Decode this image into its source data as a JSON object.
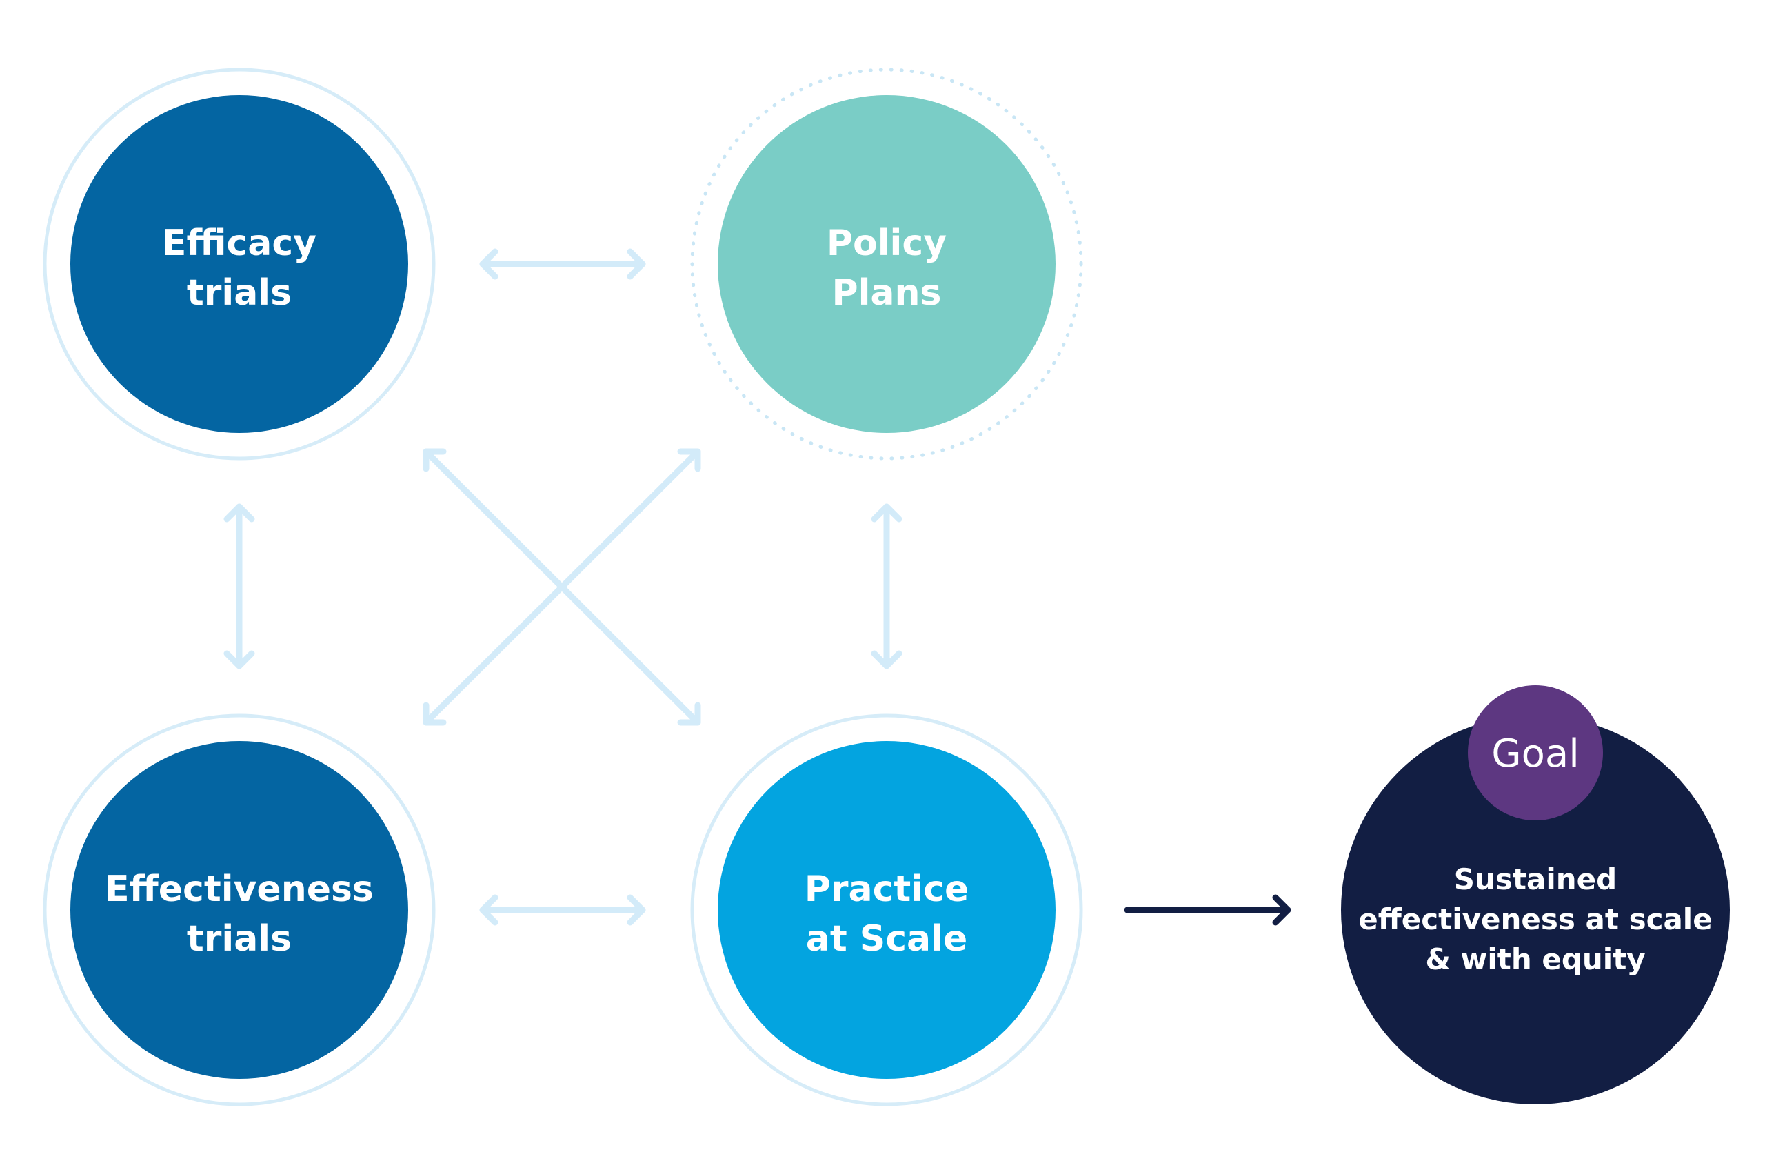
{
  "colors": {
    "background": "#ffffff",
    "halo": "#d6ecf8",
    "connector": "#d3ebf9",
    "efficacy": "#0465a2",
    "effectiveness": "#0465a2",
    "policy": "#7acdc6",
    "practice": "#03a4e0",
    "goal": "#121e43",
    "badge": "#5d3781",
    "arrow_to_goal": "#121e43"
  },
  "nodes": {
    "efficacy": {
      "line1": "Efficacy",
      "line2": "trials"
    },
    "policy": {
      "line1": "Policy",
      "line2": "Plans"
    },
    "effectiveness": {
      "line1": "Effectiveness",
      "line2": "trials"
    },
    "practice": {
      "line1": "Practice",
      "line2": "at Scale"
    },
    "goal": {
      "badge": "Goal",
      "line1": "Sustained",
      "line2": "effectiveness at scale",
      "line3": "& with equity"
    }
  },
  "edges": [
    {
      "from": "efficacy",
      "to": "policy",
      "type": "bidirectional"
    },
    {
      "from": "efficacy",
      "to": "effectiveness",
      "type": "bidirectional"
    },
    {
      "from": "policy",
      "to": "practice",
      "type": "bidirectional"
    },
    {
      "from": "effectiveness",
      "to": "practice",
      "type": "bidirectional"
    },
    {
      "from": "efficacy",
      "to": "practice",
      "type": "bidirectional"
    },
    {
      "from": "policy",
      "to": "effectiveness",
      "type": "bidirectional"
    },
    {
      "from": "practice",
      "to": "goal",
      "type": "directional"
    }
  ]
}
